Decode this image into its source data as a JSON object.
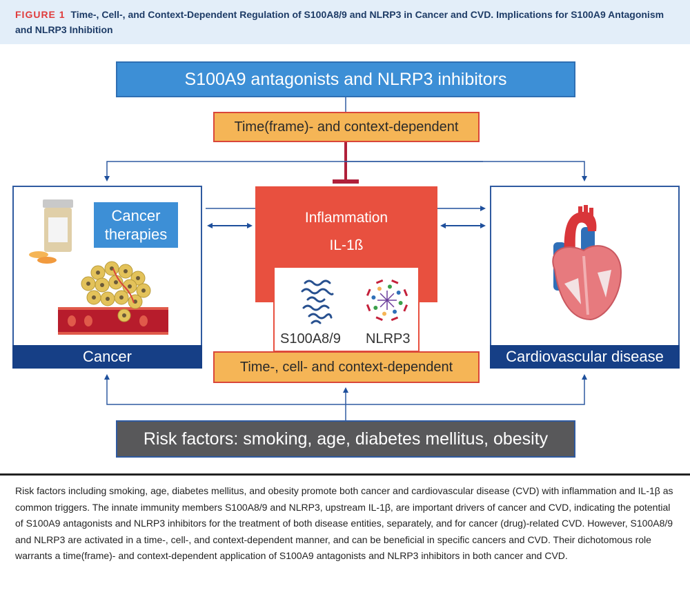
{
  "figure": {
    "label": "FIGURE 1",
    "title": "Time-, Cell-, and Context-Dependent Regulation of S100A8/9 and NLRP3 in Cancer and CVD. Implications for S100A9 Antagonism and NLRP3 Inhibition"
  },
  "diagram": {
    "top_box": "S100A9 antagonists and NLRP3 inhibitors",
    "upper_modifier": "Time(frame)- and context-dependent",
    "center": {
      "line1": "Inflammation",
      "line2": "IL-1ß",
      "molecules": [
        {
          "name": "S100A8/9",
          "icon": "protein-structure-icon"
        },
        {
          "name": "NLRP3",
          "icon": "inflammasome-ring-icon"
        }
      ]
    },
    "lower_modifier": "Time-, cell- and context-dependent",
    "left_panel": {
      "title": "Cancer",
      "inset": "Cancer therapies",
      "icons": [
        "pill-bottle-icon",
        "capsules-icon",
        "tumor-blood-vessel-icon"
      ]
    },
    "right_panel": {
      "title": "Cardiovascular disease",
      "icons": [
        "heart-icon"
      ]
    },
    "risk_box": "Risk factors:  smoking, age, diabetes mellitus, obesity",
    "colors": {
      "blue": "#3d8fd6",
      "navy": "#163f86",
      "orange": "#f5b556",
      "red": "#e8503f",
      "inhibit": "#b0203a",
      "gray": "#58585a",
      "header_bg": "#e3eef9",
      "figure_label": "#e03b3b"
    }
  },
  "caption": "Risk factors including smoking, age, diabetes mellitus, and obesity promote both cancer and cardiovascular disease (CVD) with inflammation and IL-1β as common triggers. The innate immunity members S100A8/9 and NLRP3, upstream IL-1β, are important drivers of cancer and CVD, indicating the potential of S100A9 antagonists and NLRP3 inhibitors for the treatment of both disease entities, separately, and for cancer (drug)-related CVD. However, S100A8/9 and NLRP3 are activated in a time-, cell-, and context-dependent manner, and can be beneficial in specific cancers and CVD. Their dichotomous role warrants a time(frame)- and context-dependent application of S100A9 antagonists and NLRP3 inhibitors in both cancer and CVD."
}
